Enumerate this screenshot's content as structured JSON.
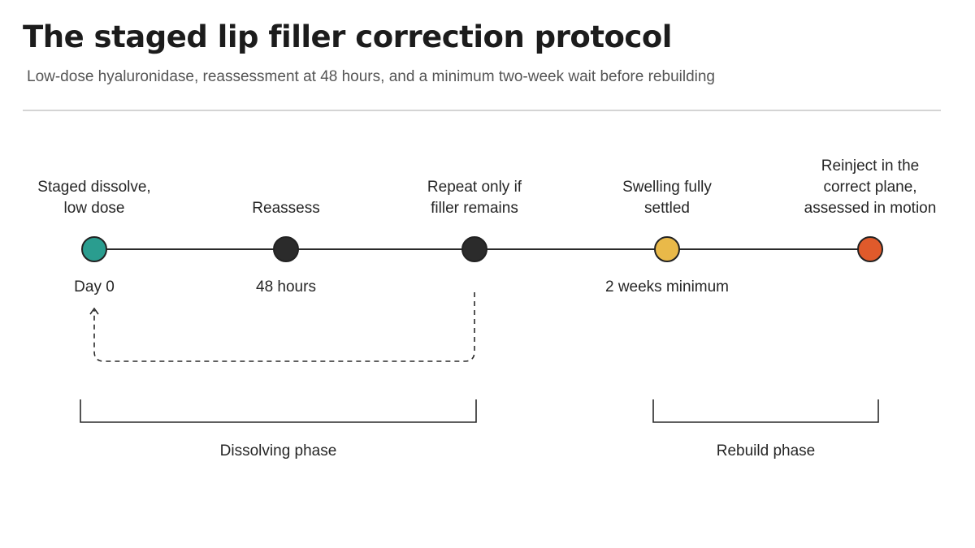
{
  "header": {
    "title": "The staged lip filler correction protocol",
    "subtitle": "Low-dose hyaluronidase, reassessment at 48 hours, and a minimum two-week wait before rebuilding"
  },
  "timeline": {
    "steps": [
      {
        "id": "dissolve",
        "label": [
          "Staged dissolve,",
          "low dose"
        ],
        "time": "Day 0",
        "color": "#2a9d8f"
      },
      {
        "id": "reassess",
        "label": [
          "Reassess"
        ],
        "time": "48 hours",
        "color": "#2b2b2b"
      },
      {
        "id": "repeat",
        "label": [
          "Repeat only if",
          "filler remains"
        ],
        "time": "",
        "color": "#2b2b2b"
      },
      {
        "id": "settled",
        "label": [
          "Swelling fully",
          "settled"
        ],
        "time": "2 weeks minimum",
        "color": "#e9b949"
      },
      {
        "id": "reinject",
        "label": [
          "Reinject in the",
          "correct plane,",
          "assessed in motion"
        ],
        "time": "",
        "color": "#e05a2b"
      }
    ],
    "loop": {
      "from": "repeat",
      "to": "dissolve",
      "style": "dashed"
    }
  },
  "phases": [
    {
      "id": "dissolving",
      "label": "Dissolving phase",
      "from": "dissolve",
      "to": "repeat"
    },
    {
      "id": "rebuild",
      "label": "Rebuild phase",
      "from": "settled",
      "to": "reinject"
    }
  ]
}
